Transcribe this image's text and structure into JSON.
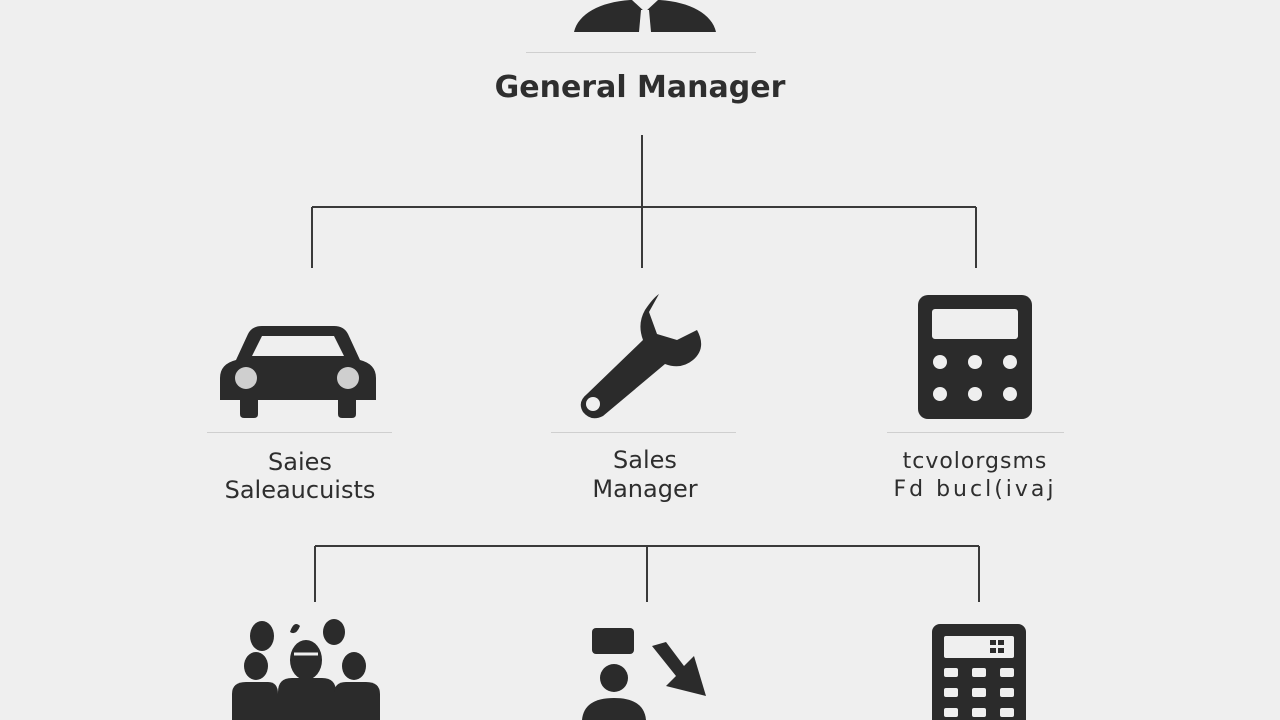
{
  "root": {
    "title": "General Manager",
    "icon": "manager-person-icon"
  },
  "middle": [
    {
      "icon": "car-icon",
      "line1": "Saies",
      "line2": "Saleaucuists"
    },
    {
      "icon": "wrench-icon",
      "line1": "Sales",
      "line2": "Manager"
    },
    {
      "icon": "calculator-icon",
      "line1": "tcvolorgsms",
      "line2": "Fd bucl(ivaj"
    }
  ],
  "bottom": [
    {
      "icon": "team-group-icon"
    },
    {
      "icon": "person-arrow-icon"
    },
    {
      "icon": "calculator-icon"
    }
  ],
  "colors": {
    "background": "#efefef",
    "icon": "#2b2b2b",
    "line": "#3a3a3a",
    "divider": "#cfcfcf"
  }
}
